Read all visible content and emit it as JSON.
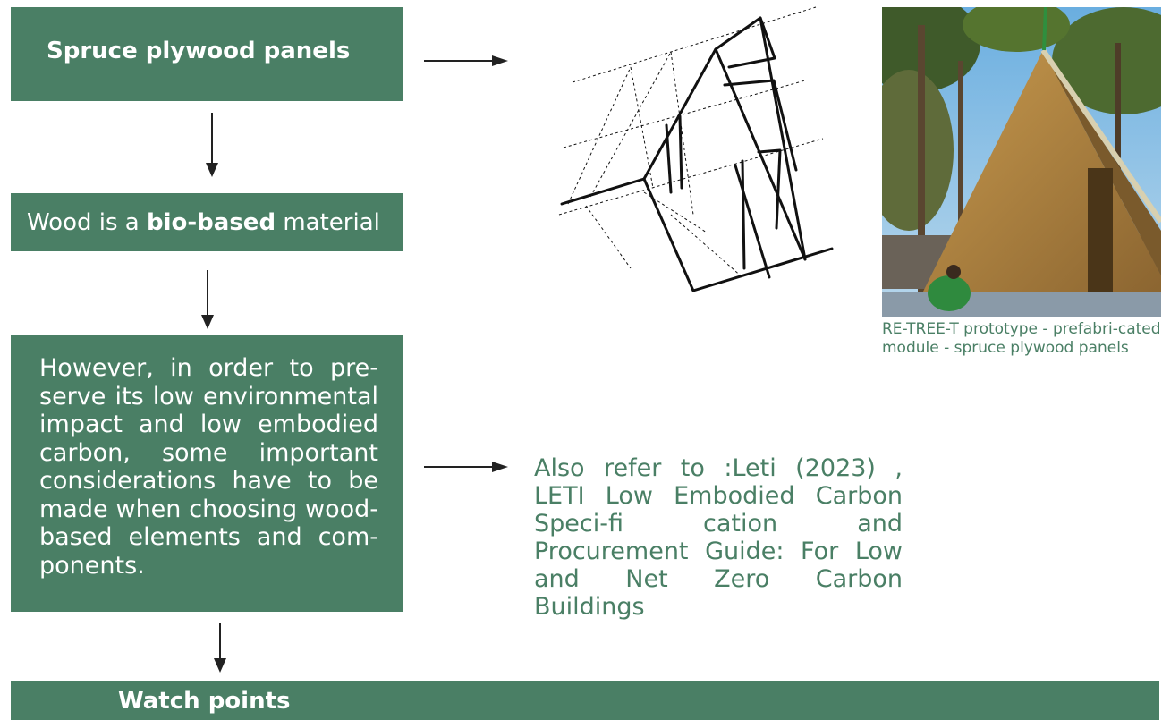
{
  "boxes": {
    "spruce": "Spruce plywood panels",
    "bio_prefix": "Wood is a ",
    "bio_bold": "bio-based",
    "bio_suffix": " material",
    "however": "However, in order to pre-serve its low environmental impact and low embodied carbon, some important considerations have to be made when choosing wood-based elements and com-ponents.",
    "watch": "Watch points"
  },
  "photo": {
    "caption": "RE-TREE-T prototype - prefabri-cated module - spruce plywood panels"
  },
  "reference": {
    "text": "Also refer to :Leti (2023) , LETI Low Embodied Carbon Speci-fi cation and Procurement Guide: For Low and Net Zero Carbon Buildings"
  },
  "colors": {
    "box_green": "#4a7f65",
    "text_green": "#4a7f65",
    "arrow": "#222222"
  }
}
